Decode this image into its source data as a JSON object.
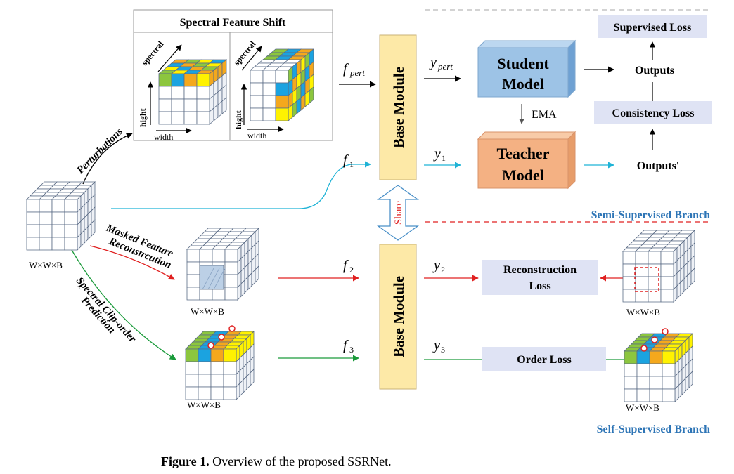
{
  "spectral_shift": {
    "title": "Spectral Feature Shift",
    "axis_spectral": "spectral",
    "axis_hight": "hight",
    "axis_width": "width"
  },
  "input": {
    "dims": "W×W×B"
  },
  "branches": {
    "perturbations": "Perturbations",
    "masked_line1": "Masked Feature",
    "masked_line2": "Reconstrcution",
    "clip_line1": "Spectral Clip-order",
    "clip_line2": "Prediction",
    "masked_dims": "W×W×B",
    "clip_dims": "W×W×B"
  },
  "base_module": {
    "label": "Base Module"
  },
  "share": {
    "label": "Share"
  },
  "signals": {
    "f_pert_main": "f",
    "f_pert_sub": "pert",
    "y_pert_main": "y",
    "y_pert_sub": "pert",
    "f1_main": "f",
    "f1_sub": "1",
    "y1_main": "y",
    "y1_sub": "1",
    "f2_main": "f",
    "f2_sub": "2",
    "y2_main": "y",
    "y2_sub": "2",
    "f3_main": "f",
    "f3_sub": "3",
    "y3_main": "y",
    "y3_sub": "3"
  },
  "student": {
    "line1": "Student",
    "line2": "Model"
  },
  "teacher": {
    "line1": "Teacher",
    "line2": "Model"
  },
  "ema": "EMA",
  "losses": {
    "supervised": "Supervised Loss",
    "consistency": "Consistency Loss",
    "reconstruction_line1": "Reconstruction",
    "reconstruction_line2": "Loss",
    "order": "Order Loss"
  },
  "outputs": {
    "student": "Outputs",
    "teacher": "Outputs'"
  },
  "semi_branch": "Semi-Supervised Branch",
  "self_branch": "Self-Supervised Branch",
  "recon_target_dims": "W×W×B",
  "order_target_dims": "W×W×B",
  "caption": {
    "label": "Figure 1.",
    "text": " Overview of the proposed SSRNet."
  },
  "colors": {
    "base_module": "#fde9a7",
    "student": "#9dc3e6",
    "teacher": "#f4b183",
    "loss_box": "#dfe3f4",
    "branch_label": "#2e75b6",
    "red_arrow": "#e02020",
    "green_arrow": "#1a9a3a",
    "cyan_arrow": "#1fb3d6",
    "band_green": "#8cc63e",
    "band_blue": "#1ba3e0",
    "band_orange": "#f4a81d",
    "band_yellow": "#fff200"
  }
}
